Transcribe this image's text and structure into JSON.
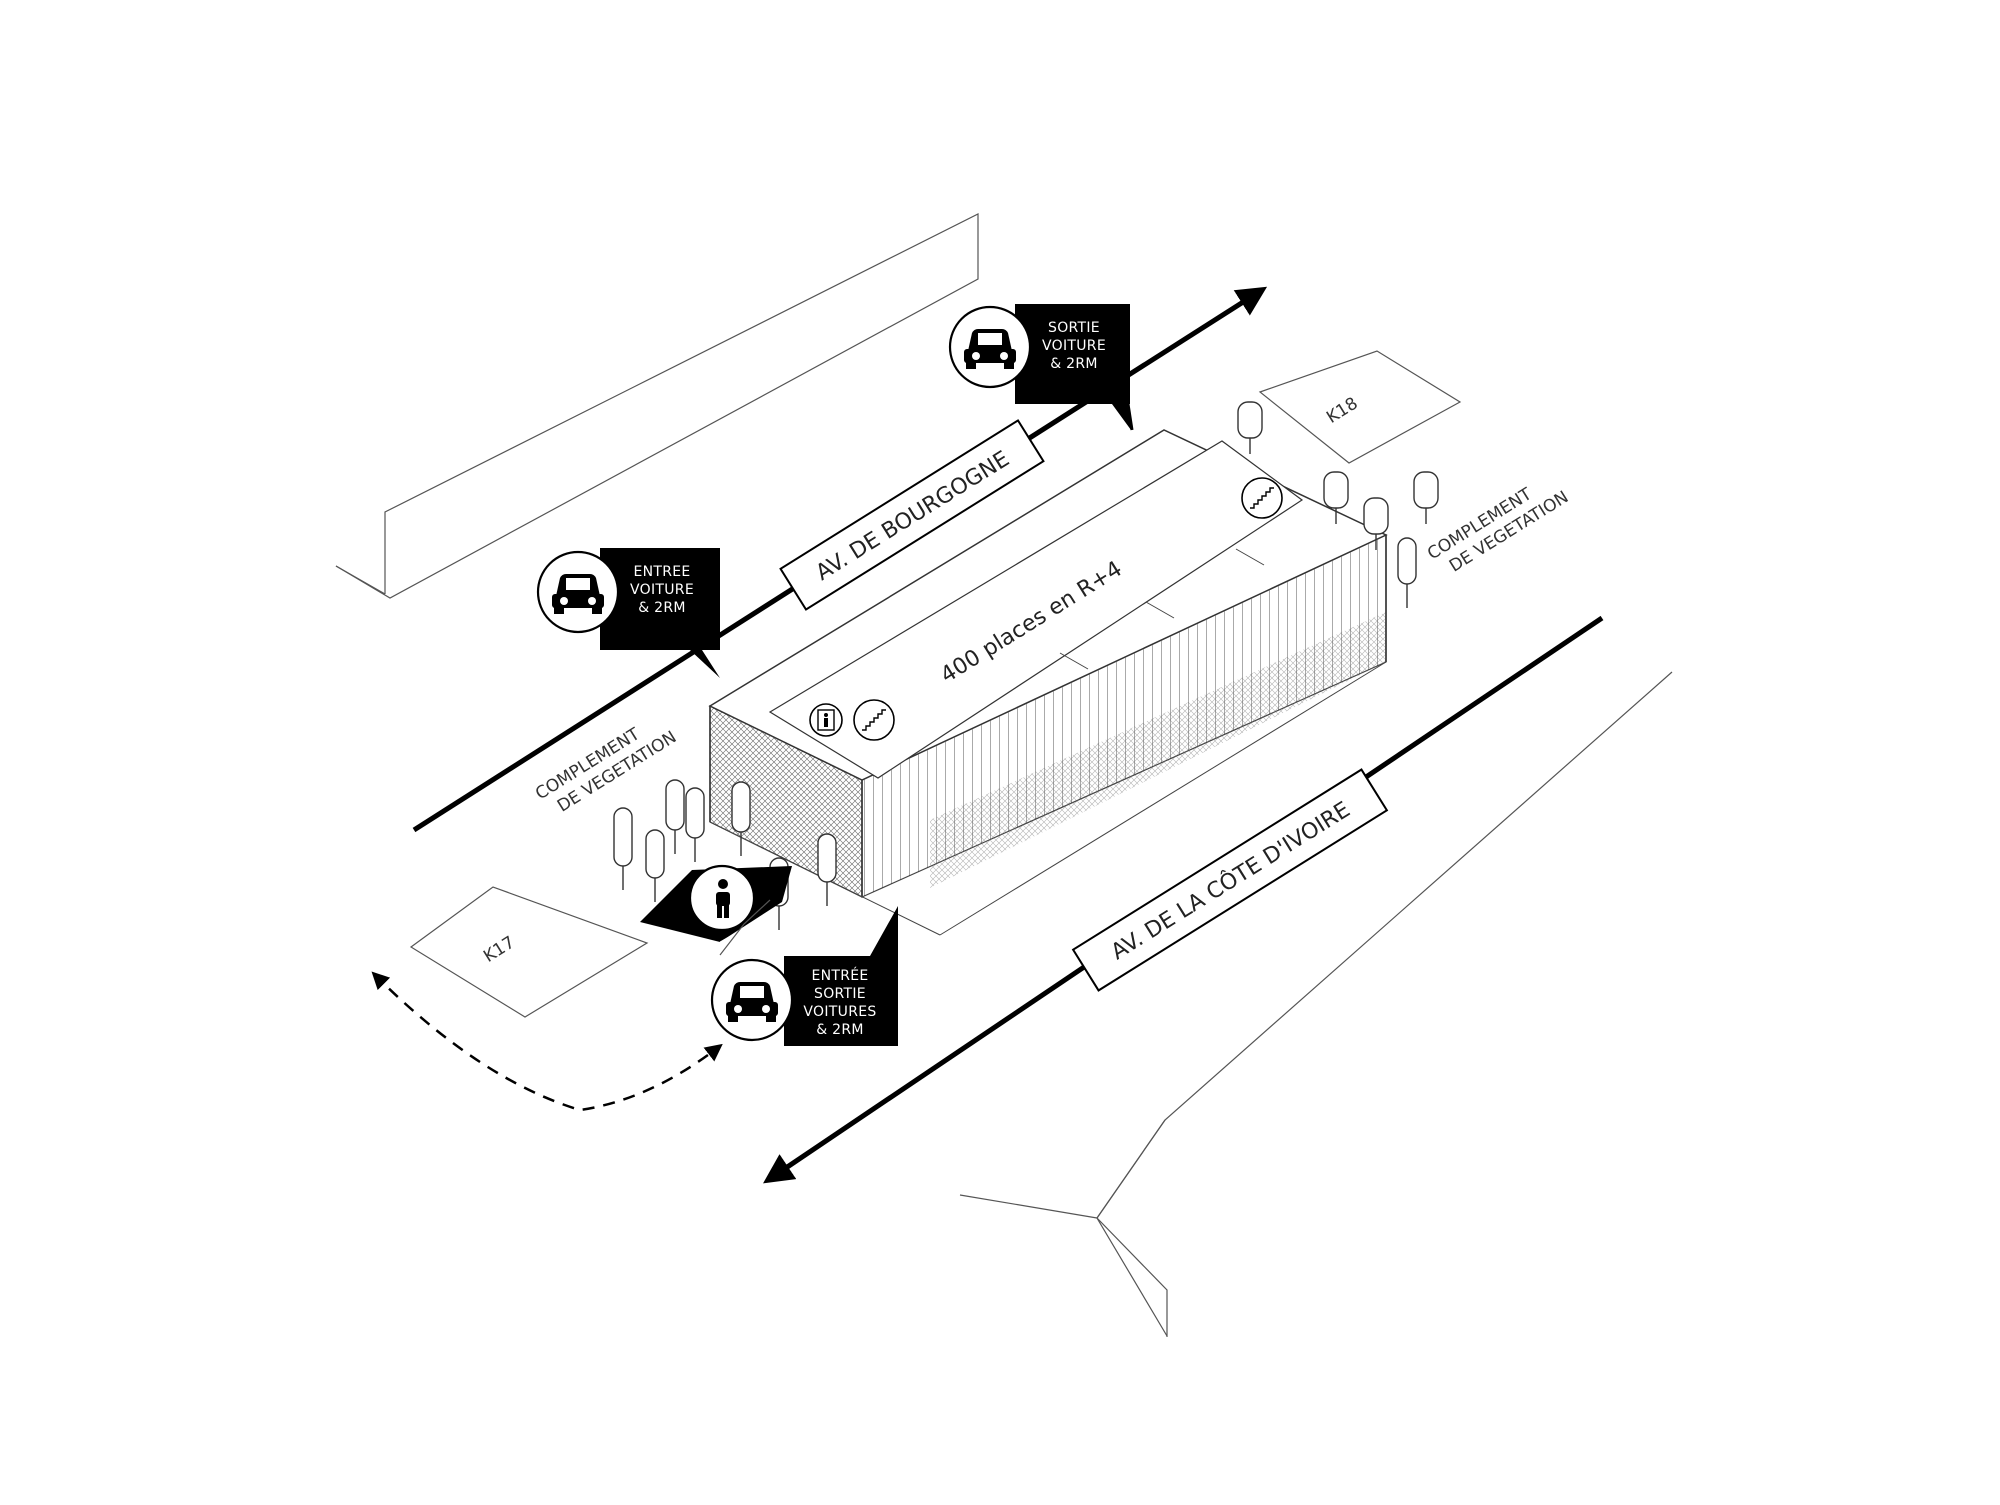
{
  "streets": {
    "bourgogne": "AV. DE BOURGOGNE",
    "cote_ivoire": "AV. DE LA CÔTE D'IVOIRE"
  },
  "building": {
    "capacity_label": "400 places en R+4"
  },
  "plots": {
    "k17": "K17",
    "k18": "K18"
  },
  "vegetation": {
    "left": [
      "COMPLEMENT",
      "DE VEGETATION"
    ],
    "right": [
      "COMPLEMENT",
      "DE VEGETATION"
    ]
  },
  "callouts": {
    "sortie": [
      "SORTIE",
      "VOITURE",
      "& 2RM"
    ],
    "entree": [
      "ENTREE",
      "VOITURE",
      "& 2RM"
    ],
    "entree_sortie": [
      "ENTRÉE",
      "SORTIE",
      "VOITURES",
      "& 2RM"
    ]
  },
  "icons": {
    "car": "car-icon",
    "pedestrian": "pedestrian-icon",
    "stairs": "stairs-icon",
    "elevator": "elevator-icon"
  },
  "colors": {
    "ink": "#000000",
    "line": "#444444",
    "paper": "#ffffff"
  }
}
